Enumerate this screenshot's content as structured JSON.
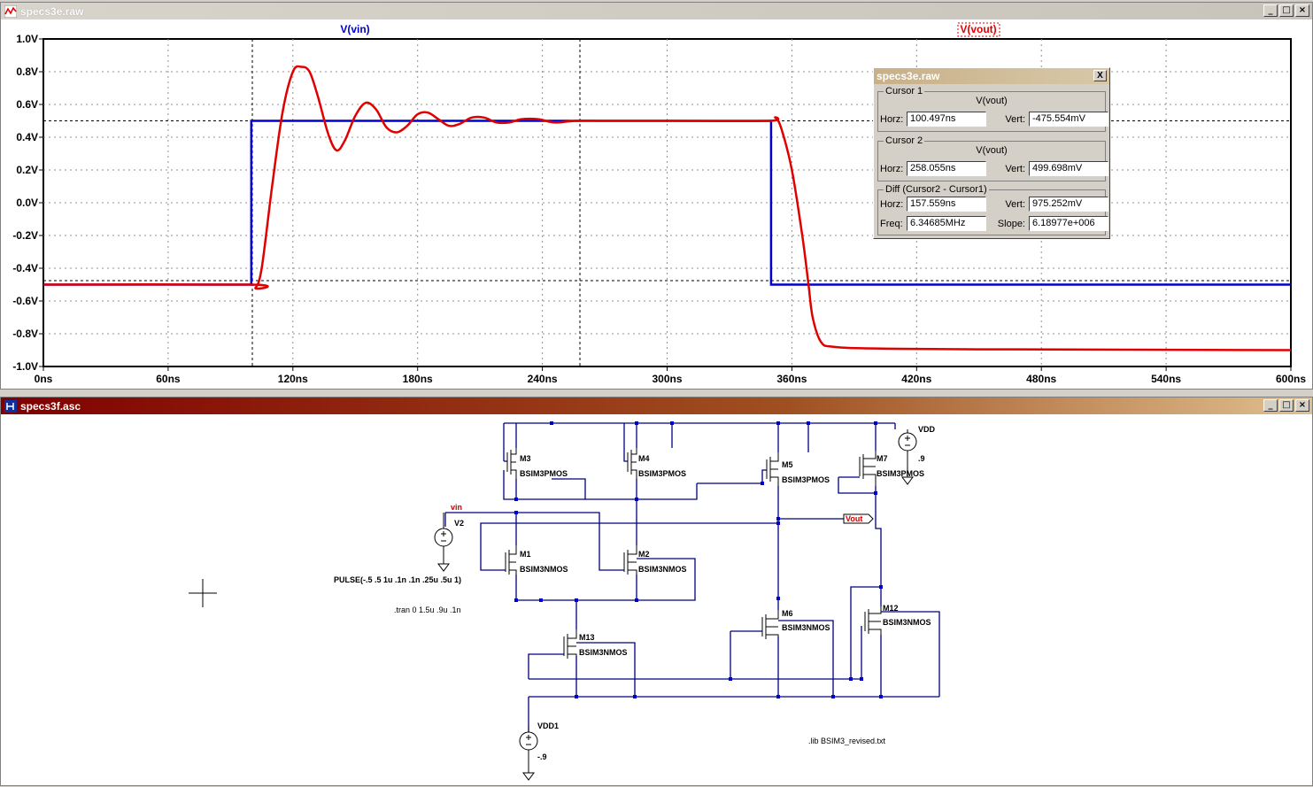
{
  "plot_window": {
    "title": "specs3e.raw",
    "trace_labels": [
      "V(vin)",
      "V(vout)"
    ],
    "y_ticks": [
      "1.0V",
      "0.8V",
      "0.6V",
      "0.4V",
      "0.2V",
      "0.0V",
      "-0.2V",
      "-0.4V",
      "-0.6V",
      "-0.8V",
      "-1.0V"
    ],
    "x_ticks": [
      "0ns",
      "60ns",
      "120ns",
      "180ns",
      "240ns",
      "300ns",
      "360ns",
      "420ns",
      "480ns",
      "540ns",
      "600ns"
    ]
  },
  "chart_data": {
    "type": "line",
    "xlabel": "",
    "ylabel": "",
    "xlim": [
      0,
      600
    ],
    "ylim": [
      -1.0,
      1.0
    ],
    "x_unit": "ns",
    "y_unit": "V",
    "series": [
      {
        "name": "V(vin)",
        "color": "#0000cc",
        "points": [
          [
            0,
            -0.5
          ],
          [
            100,
            -0.5
          ],
          [
            100,
            0.5
          ],
          [
            350,
            0.5
          ],
          [
            350,
            -0.5
          ],
          [
            600,
            -0.5
          ]
        ]
      },
      {
        "name": "V(vout)",
        "color": "#e00000",
        "points": [
          [
            0,
            -0.5
          ],
          [
            100,
            -0.5
          ],
          [
            102,
            -0.52
          ],
          [
            105,
            -0.4
          ],
          [
            110,
            0.1
          ],
          [
            115,
            0.55
          ],
          [
            120,
            0.8
          ],
          [
            124,
            0.83
          ],
          [
            128,
            0.8
          ],
          [
            132,
            0.65
          ],
          [
            137,
            0.42
          ],
          [
            141,
            0.32
          ],
          [
            145,
            0.38
          ],
          [
            150,
            0.53
          ],
          [
            155,
            0.61
          ],
          [
            160,
            0.57
          ],
          [
            165,
            0.46
          ],
          [
            170,
            0.43
          ],
          [
            175,
            0.47
          ],
          [
            180,
            0.54
          ],
          [
            185,
            0.55
          ],
          [
            190,
            0.51
          ],
          [
            195,
            0.47
          ],
          [
            200,
            0.48
          ],
          [
            206,
            0.52
          ],
          [
            212,
            0.52
          ],
          [
            218,
            0.49
          ],
          [
            224,
            0.49
          ],
          [
            230,
            0.51
          ],
          [
            238,
            0.51
          ],
          [
            246,
            0.49
          ],
          [
            256,
            0.5
          ],
          [
            270,
            0.5
          ],
          [
            300,
            0.5
          ],
          [
            349,
            0.5
          ],
          [
            352,
            0.52
          ],
          [
            355,
            0.45
          ],
          [
            360,
            0.2
          ],
          [
            365,
            -0.2
          ],
          [
            368,
            -0.5
          ],
          [
            370,
            -0.7
          ],
          [
            374,
            -0.85
          ],
          [
            380,
            -0.88
          ],
          [
            400,
            -0.89
          ],
          [
            450,
            -0.895
          ],
          [
            600,
            -0.9
          ]
        ]
      }
    ],
    "cursor_lines": {
      "vertical": [
        100.497,
        258.055
      ],
      "horizontal": [
        0.4997,
        -0.4756
      ]
    }
  },
  "cursor_dialog": {
    "title": "specs3e.raw",
    "close": "X",
    "cursor1": {
      "label": "Cursor 1",
      "trace": "V(vout)",
      "horz_label": "Horz:",
      "horz": "100.497ns",
      "vert_label": "Vert:",
      "vert": "-475.554mV"
    },
    "cursor2": {
      "label": "Cursor 2",
      "trace": "V(vout)",
      "horz_label": "Horz:",
      "horz": "258.055ns",
      "vert_label": "Vert:",
      "vert": "499.698mV"
    },
    "diff": {
      "label": "Diff (Cursor2 - Cursor1)",
      "horz_label": "Horz:",
      "horz": "157.559ns",
      "vert_label": "Vert:",
      "vert": "975.252mV",
      "freq_label": "Freq:",
      "freq": "6.34685MHz",
      "slope_label": "Slope:",
      "slope": "6.18977e+006"
    }
  },
  "schematic_window": {
    "title": "specs3f.asc",
    "transistors": [
      {
        "name": "M3",
        "model": "BSIM3PMOS"
      },
      {
        "name": "M4",
        "model": "BSIM3PMOS"
      },
      {
        "name": "M5",
        "model": "BSIM3PMOS"
      },
      {
        "name": "M7",
        "model": "BSIM3PMOS"
      },
      {
        "name": "M1",
        "model": "BSIM3NMOS"
      },
      {
        "name": "M2",
        "model": "BSIM3NMOS"
      },
      {
        "name": "M13",
        "model": "BSIM3NMOS"
      },
      {
        "name": "M6",
        "model": "BSIM3NMOS"
      },
      {
        "name": "M12",
        "model": "BSIM3NMOS"
      }
    ],
    "sources": [
      {
        "name": "VDD",
        "value": ".9"
      },
      {
        "name": "V2",
        "value": "PULSE(-.5 .5 1u .1n .1n .25u .5u 1)"
      },
      {
        "name": "VDD1",
        "value": "-.9"
      }
    ],
    "net_labels": [
      "vin",
      "Vout"
    ],
    "directives": [
      ".tran 0 1.5u .9u .1n",
      ".lib BSIM3_revised.txt"
    ]
  },
  "window_buttons": {
    "minimize": "_",
    "maximize": "□",
    "close": "×"
  }
}
